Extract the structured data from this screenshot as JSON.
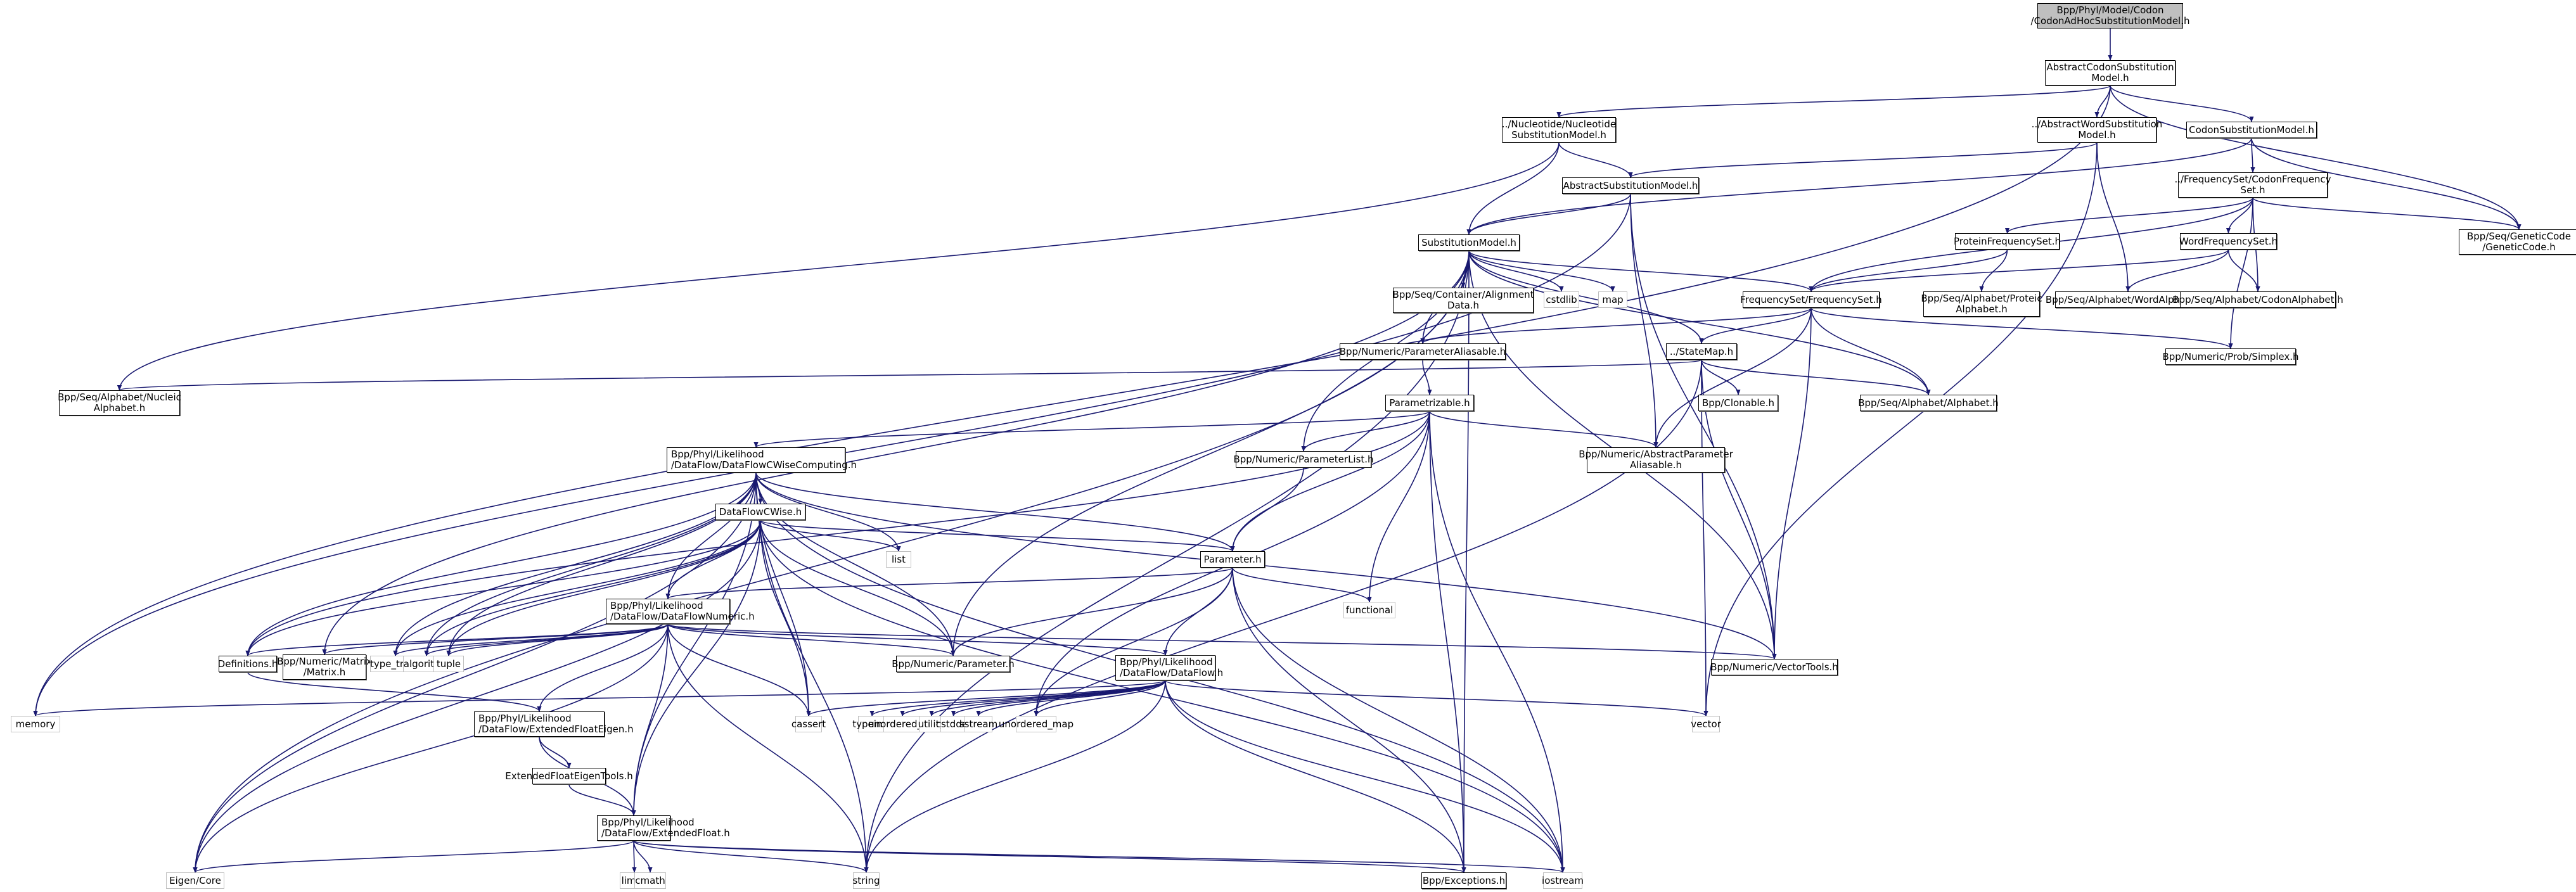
{
  "diagram": {
    "title": "Include dependency graph for CodonAdHocSubstitutionModel.h",
    "edge_color": "#191970",
    "nodes": [
      {
        "id": "root",
        "label": "Bpp/Phyl/Model/Codon\n/CodonAdHocSubstitutionModel.h",
        "kind": "root"
      },
      {
        "id": "acsm",
        "label": "AbstractCodonSubstitution\nModel.h",
        "kind": "doc"
      },
      {
        "id": "nsm",
        "label": "../Nucleotide/Nucleotide\nSubstitutionModel.h",
        "kind": "doc"
      },
      {
        "id": "awsm",
        "label": "../AbstractWordSubstitution\nModel.h",
        "kind": "doc"
      },
      {
        "id": "csm",
        "label": "CodonSubstitutionModel.h",
        "kind": "doc"
      },
      {
        "id": "asm",
        "label": "AbstractSubstitutionModel.h",
        "kind": "doc"
      },
      {
        "id": "cfs",
        "label": "../FrequencySet/CodonFrequency\nSet.h",
        "kind": "doc"
      },
      {
        "id": "gc",
        "label": "Bpp/Seq/GeneticCode\n/GeneticCode.h",
        "kind": "doc"
      },
      {
        "id": "sm",
        "label": "SubstitutionModel.h",
        "kind": "doc"
      },
      {
        "id": "pfs",
        "label": "ProteinFrequencySet.h",
        "kind": "doc"
      },
      {
        "id": "wfs",
        "label": "WordFrequencySet.h",
        "kind": "doc"
      },
      {
        "id": "aln",
        "label": "Bpp/Seq/Container/Alignment\nData.h",
        "kind": "doc"
      },
      {
        "id": "cstdlib",
        "label": "cstdlib",
        "kind": "sys"
      },
      {
        "id": "map",
        "label": "map",
        "kind": "sys"
      },
      {
        "id": "fs",
        "label": "FrequencySet/FrequencySet.h",
        "kind": "doc"
      },
      {
        "id": "pa",
        "label": "Bpp/Seq/Alphabet/Proteic\nAlphabet.h",
        "kind": "doc"
      },
      {
        "id": "wa",
        "label": "Bpp/Seq/Alphabet/WordAlphabet.h",
        "kind": "doc"
      },
      {
        "id": "ca",
        "label": "Bpp/Seq/Alphabet/CodonAlphabet.h",
        "kind": "doc"
      },
      {
        "id": "pal",
        "label": "Bpp/Numeric/ParameterAliasable.h",
        "kind": "doc"
      },
      {
        "id": "stm",
        "label": "../StateMap.h",
        "kind": "doc"
      },
      {
        "id": "simplex",
        "label": "Bpp/Numeric/Prob/Simplex.h",
        "kind": "doc"
      },
      {
        "id": "na",
        "label": "Bpp/Seq/Alphabet/Nucleic\nAlphabet.h",
        "kind": "doc"
      },
      {
        "id": "clon",
        "label": "Bpp/Clonable.h",
        "kind": "doc"
      },
      {
        "id": "alpha",
        "label": "Bpp/Seq/Alphabet/Alphabet.h",
        "kind": "doc"
      },
      {
        "id": "ptz",
        "label": "Parametrizable.h",
        "kind": "doc"
      },
      {
        "id": "dfcwc",
        "label": "Bpp/Phyl/Likelihood\n/DataFlow/DataFlowCWiseComputing.h",
        "kind": "doc",
        "align": "left"
      },
      {
        "id": "plist",
        "label": "Bpp/Numeric/ParameterList.h",
        "kind": "doc"
      },
      {
        "id": "apa",
        "label": "Bpp/Numeric/AbstractParameter\nAliasable.h",
        "kind": "doc"
      },
      {
        "id": "dfcw",
        "label": "DataFlowCWise.h",
        "kind": "doc"
      },
      {
        "id": "list",
        "label": "list",
        "kind": "sys"
      },
      {
        "id": "param",
        "label": "Parameter.h",
        "kind": "doc"
      },
      {
        "id": "functional",
        "label": "functional",
        "kind": "sys"
      },
      {
        "id": "dfn",
        "label": "Bpp/Phyl/Likelihood\n/DataFlow/DataFlowNumeric.h",
        "kind": "doc",
        "align": "left"
      },
      {
        "id": "defs",
        "label": "Definitions.h",
        "kind": "doc"
      },
      {
        "id": "matrix",
        "label": "Bpp/Numeric/Matrix\n/Matrix.h",
        "kind": "doc"
      },
      {
        "id": "tt",
        "label": "type_traits",
        "kind": "sys"
      },
      {
        "id": "algo",
        "label": "algorithm",
        "kind": "sys"
      },
      {
        "id": "tuple",
        "label": "tuple",
        "kind": "sys"
      },
      {
        "id": "nparam",
        "label": "Bpp/Numeric/Parameter.h",
        "kind": "doc"
      },
      {
        "id": "df",
        "label": "Bpp/Phyl/Likelihood\n/DataFlow/DataFlow.h",
        "kind": "doc",
        "align": "left"
      },
      {
        "id": "vt",
        "label": "Bpp/Numeric/VectorTools.h",
        "kind": "doc"
      },
      {
        "id": "memory",
        "label": "memory",
        "kind": "sys"
      },
      {
        "id": "cassert",
        "label": "cassert",
        "kind": "sys"
      },
      {
        "id": "typeinfo",
        "label": "typeinfo",
        "kind": "sys"
      },
      {
        "id": "uset",
        "label": "unordered_set",
        "kind": "sys"
      },
      {
        "id": "utility",
        "label": "utility",
        "kind": "sys"
      },
      {
        "id": "cstddef",
        "label": "cstddef",
        "kind": "sys"
      },
      {
        "id": "sstream",
        "label": "sstream",
        "kind": "sys"
      },
      {
        "id": "umap",
        "label": "unordered_map",
        "kind": "sys"
      },
      {
        "id": "vector",
        "label": "vector",
        "kind": "sys"
      },
      {
        "id": "efe",
        "label": "Bpp/Phyl/Likelihood\n/DataFlow/ExtendedFloatEigen.h",
        "kind": "doc",
        "align": "left"
      },
      {
        "id": "efet",
        "label": "ExtendedFloatEigenTools.h",
        "kind": "doc"
      },
      {
        "id": "ef",
        "label": "Bpp/Phyl/Likelihood\n/DataFlow/ExtendedFloat.h",
        "kind": "doc",
        "align": "left"
      },
      {
        "id": "eigen",
        "label": "Eigen/Core",
        "kind": "sys"
      },
      {
        "id": "limits",
        "label": "limits",
        "kind": "sys"
      },
      {
        "id": "cmath",
        "label": "cmath",
        "kind": "sys"
      },
      {
        "id": "string",
        "label": "string",
        "kind": "sys"
      },
      {
        "id": "exc",
        "label": "Bpp/Exceptions.h",
        "kind": "doc"
      },
      {
        "id": "iostream",
        "label": "iostream",
        "kind": "sys"
      }
    ],
    "edges": [
      [
        "root",
        "acsm"
      ],
      [
        "acsm",
        "nsm"
      ],
      [
        "acsm",
        "awsm"
      ],
      [
        "acsm",
        "csm"
      ],
      [
        "acsm",
        "gc"
      ],
      [
        "acsm",
        "memory"
      ],
      [
        "nsm",
        "asm"
      ],
      [
        "nsm",
        "sm"
      ],
      [
        "nsm",
        "na"
      ],
      [
        "awsm",
        "asm"
      ],
      [
        "awsm",
        "wa"
      ],
      [
        "awsm",
        "vector"
      ],
      [
        "csm",
        "cfs"
      ],
      [
        "csm",
        "sm"
      ],
      [
        "csm",
        "gc"
      ],
      [
        "asm",
        "sm"
      ],
      [
        "asm",
        "apa"
      ],
      [
        "asm",
        "vt"
      ],
      [
        "asm",
        "memory"
      ],
      [
        "cfs",
        "fs"
      ],
      [
        "cfs",
        "pfs"
      ],
      [
        "cfs",
        "wfs"
      ],
      [
        "cfs",
        "ca"
      ],
      [
        "cfs",
        "gc"
      ],
      [
        "cfs",
        "simplex"
      ],
      [
        "pfs",
        "fs"
      ],
      [
        "pfs",
        "pa"
      ],
      [
        "wfs",
        "fs"
      ],
      [
        "wfs",
        "wa"
      ],
      [
        "wfs",
        "ca"
      ],
      [
        "sm",
        "aln"
      ],
      [
        "sm",
        "cstdlib"
      ],
      [
        "sm",
        "map"
      ],
      [
        "sm",
        "fs"
      ],
      [
        "sm",
        "stm"
      ],
      [
        "sm",
        "pal"
      ],
      [
        "sm",
        "alpha"
      ],
      [
        "sm",
        "plist"
      ],
      [
        "sm",
        "matrix"
      ],
      [
        "sm",
        "nparam"
      ],
      [
        "sm",
        "vt"
      ],
      [
        "sm",
        "exc"
      ],
      [
        "sm",
        "string"
      ],
      [
        "sm",
        "eigen"
      ],
      [
        "fs",
        "pal"
      ],
      [
        "fs",
        "stm"
      ],
      [
        "fs",
        "alpha"
      ],
      [
        "fs",
        "simplex"
      ],
      [
        "fs",
        "vt"
      ],
      [
        "fs",
        "apa"
      ],
      [
        "stm",
        "na"
      ],
      [
        "stm",
        "clon"
      ],
      [
        "stm",
        "alpha"
      ],
      [
        "stm",
        "vt"
      ],
      [
        "stm",
        "vector"
      ],
      [
        "stm",
        "string"
      ],
      [
        "pal",
        "ptz"
      ],
      [
        "ptz",
        "dfcwc"
      ],
      [
        "ptz",
        "plist"
      ],
      [
        "ptz",
        "apa"
      ],
      [
        "ptz",
        "param"
      ],
      [
        "ptz",
        "functional"
      ],
      [
        "ptz",
        "umap"
      ],
      [
        "ptz",
        "exc"
      ],
      [
        "ptz",
        "iostream"
      ],
      [
        "ptz",
        "defs"
      ],
      [
        "plist",
        "param"
      ],
      [
        "dfcwc",
        "dfcw"
      ],
      [
        "dfcwc",
        "list"
      ],
      [
        "dfcwc",
        "param"
      ],
      [
        "dfcwc",
        "dfn"
      ],
      [
        "dfcwc",
        "defs"
      ],
      [
        "dfcwc",
        "tt"
      ],
      [
        "dfcwc",
        "algo"
      ],
      [
        "dfcwc",
        "tuple"
      ],
      [
        "dfcwc",
        "nparam"
      ],
      [
        "dfcwc",
        "cassert"
      ],
      [
        "dfcwc",
        "eigen"
      ],
      [
        "dfcwc",
        "ef"
      ],
      [
        "dfcwc",
        "string"
      ],
      [
        "dfcwc",
        "iostream"
      ],
      [
        "dfcwc",
        "vt"
      ],
      [
        "dfcw",
        "list"
      ],
      [
        "dfcw",
        "param"
      ],
      [
        "dfcw",
        "dfn"
      ],
      [
        "dfcw",
        "defs"
      ],
      [
        "dfcw",
        "tt"
      ],
      [
        "dfcw",
        "algo"
      ],
      [
        "dfcw",
        "tuple"
      ],
      [
        "dfcw",
        "nparam"
      ],
      [
        "dfcw",
        "cassert"
      ],
      [
        "dfcw",
        "eigen"
      ],
      [
        "dfcw",
        "ef"
      ],
      [
        "dfcw",
        "iostream"
      ],
      [
        "param",
        "dfn"
      ],
      [
        "param",
        "nparam"
      ],
      [
        "param",
        "df"
      ],
      [
        "param",
        "functional"
      ],
      [
        "param",
        "umap"
      ],
      [
        "param",
        "exc"
      ],
      [
        "param",
        "iostream"
      ],
      [
        "dfn",
        "defs"
      ],
      [
        "dfn",
        "matrix"
      ],
      [
        "dfn",
        "tt"
      ],
      [
        "dfn",
        "algo"
      ],
      [
        "dfn",
        "tuple"
      ],
      [
        "dfn",
        "nparam"
      ],
      [
        "dfn",
        "df"
      ],
      [
        "dfn",
        "vt"
      ],
      [
        "dfn",
        "cassert"
      ],
      [
        "dfn",
        "efe"
      ],
      [
        "dfn",
        "ef"
      ],
      [
        "dfn",
        "eigen"
      ],
      [
        "dfn",
        "string"
      ],
      [
        "defs",
        "efe"
      ],
      [
        "df",
        "memory"
      ],
      [
        "df",
        "cassert"
      ],
      [
        "df",
        "typeinfo"
      ],
      [
        "df",
        "uset"
      ],
      [
        "df",
        "utility"
      ],
      [
        "df",
        "cstddef"
      ],
      [
        "df",
        "sstream"
      ],
      [
        "df",
        "umap"
      ],
      [
        "df",
        "vector"
      ],
      [
        "df",
        "string"
      ],
      [
        "df",
        "exc"
      ],
      [
        "df",
        "iostream"
      ],
      [
        "efe",
        "efet"
      ],
      [
        "efe",
        "ef"
      ],
      [
        "efet",
        "ef"
      ],
      [
        "ef",
        "eigen"
      ],
      [
        "ef",
        "limits"
      ],
      [
        "ef",
        "cmath"
      ],
      [
        "ef",
        "string"
      ],
      [
        "ef",
        "exc"
      ],
      [
        "ef",
        "iostream"
      ]
    ]
  }
}
